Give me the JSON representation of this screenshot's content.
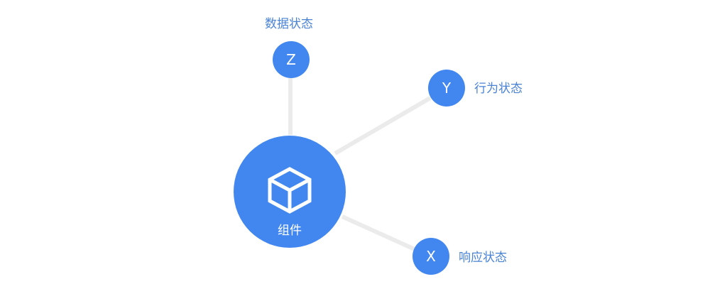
{
  "colors": {
    "node_fill": "#4287f0",
    "link_stroke": "#ebebeb",
    "label_text": "#4a83d6",
    "icon_stroke": "#ffffff"
  },
  "center": {
    "label": "组件",
    "icon": "cube-icon"
  },
  "nodes": {
    "z": {
      "letter": "Z",
      "label": "数据状态"
    },
    "y": {
      "letter": "Y",
      "label": "行为状态"
    },
    "x": {
      "letter": "X",
      "label": "响应状态"
    }
  }
}
